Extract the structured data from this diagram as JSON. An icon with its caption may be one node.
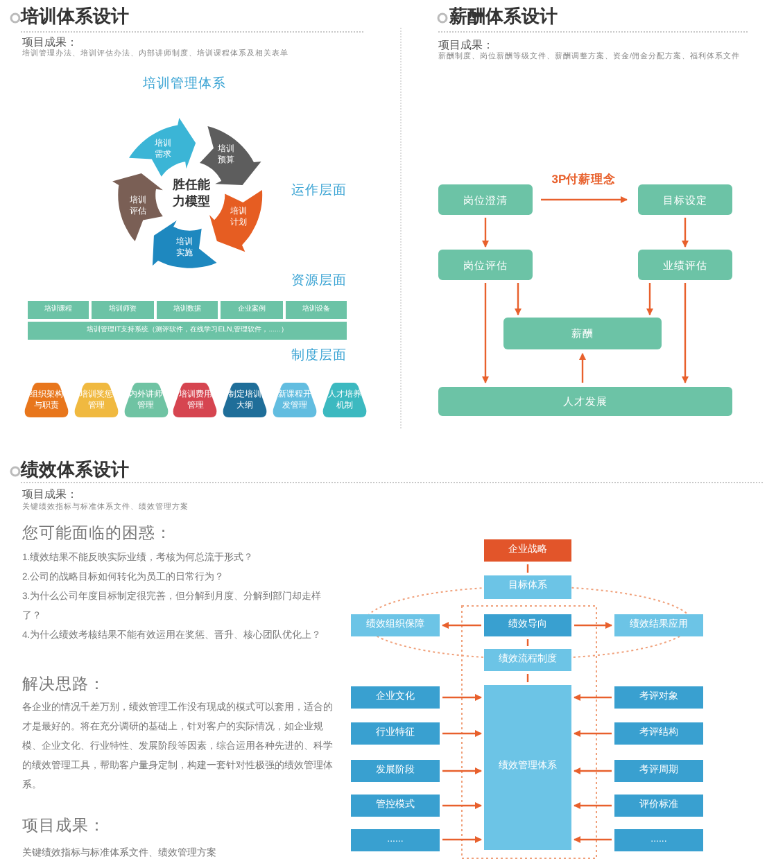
{
  "diagram": {
    "nodes": [
      {
        "text": [
          "培训需求"
        ]
      },
      {
        "text": [
          "培训预算"
        ]
      },
      {
        "text": [
          "培训计划"
        ]
      },
      {
        "text": [
          "培训实施"
        ]
      },
      {
        "text": [
          "培训评估"
        ]
      },
      {
        "text": [
          "培训课程"
        ]
      },
      {
        "text": [
          "培训师资"
        ]
      },
      {
        "text": [
          "培训数据"
        ]
      },
      {
        "text": [
          "企业案例"
        ]
      },
      {
        "text": [
          "培训设备"
        ]
      },
      {
        "text": [
          "培训管理IT支持系统（测评软件，在线学习ELN,管理软件，......）"
        ]
      },
      {
        "text": [
          "组织架构与职责"
        ]
      },
      {
        "text": [
          "培训奖惩管理"
        ]
      },
      {
        "text": [
          "内外讲师管理"
        ]
      },
      {
        "text": [
          "培训费用管理"
        ]
      },
      {
        "text": [
          "制定培训大纲"
        ]
      },
      {
        "text": [
          "新课程开发管理"
        ]
      },
      {
        "text": [
          "人才培养机制"
        ]
      },
      {
        "text": [
          "岗位澄清"
        ]
      },
      {
        "text": [
          "目标设定"
        ]
      },
      {
        "text": [
          "岗位评估"
        ]
      },
      {
        "text": [
          "业绩评估"
        ]
      },
      {
        "text": [
          "薪酬"
        ]
      },
      {
        "text": [
          "人才发展"
        ]
      },
      {
        "text": [
          "企业战略"
        ]
      },
      {
        "text": [
          "目标体系"
        ]
      },
      {
        "text": [
          "绩效组织保障"
        ]
      },
      {
        "text": [
          "绩效导向"
        ]
      },
      {
        "text": [
          "绩效结果应用"
        ]
      },
      {
        "text": [
          "绩效流程制度"
        ]
      },
      {
        "text": [
          "企业文化"
        ]
      },
      {
        "text": [
          "行业特征"
        ]
      },
      {
        "text": [
          "发展阶段"
        ]
      },
      {
        "text": [
          "管控模式"
        ]
      },
      {
        "text": [
          "......"
        ]
      },
      {
        "text": [
          "绩效管理体系"
        ]
      },
      {
        "text": [
          "考评对象"
        ]
      },
      {
        "text": [
          "考评结构"
        ]
      },
      {
        "text": [
          "考评周期"
        ]
      },
      {
        "text": [
          "评价标准"
        ]
      },
      {
        "text": [
          "......"
        ]
      }
    ],
    "edges": [
      {
        "from": 18,
        "to": 19,
        "arrow": "to",
        "label": "3P付薪理念"
      },
      {
        "from": 18,
        "to": 20,
        "arrow": "to"
      },
      {
        "from": 19,
        "to": 21,
        "arrow": "to"
      },
      {
        "from": 20,
        "to": 22,
        "arrow": "to"
      },
      {
        "from": 21,
        "to": 22,
        "arrow": "to"
      },
      {
        "from": 20,
        "to": 23,
        "arrow": "to"
      },
      {
        "from": 21,
        "to": 23,
        "arrow": "to"
      },
      {
        "from": 23,
        "to": 22,
        "arrow": "to"
      },
      {
        "from": 24,
        "to": 25,
        "arrow": "none"
      },
      {
        "from": 27,
        "to": 26,
        "arrow": "to"
      },
      {
        "from": 27,
        "to": 28,
        "arrow": "to"
      },
      {
        "from": 27,
        "to": 29,
        "arrow": "none"
      },
      {
        "from": 29,
        "to": 35,
        "arrow": "none"
      },
      {
        "from": 30,
        "to": 35,
        "arrow": "to"
      },
      {
        "from": 31,
        "to": 35,
        "arrow": "to"
      },
      {
        "from": 32,
        "to": 35,
        "arrow": "to"
      },
      {
        "from": 33,
        "to": 35,
        "arrow": "to"
      },
      {
        "from": 34,
        "to": 35,
        "arrow": "to"
      },
      {
        "from": 36,
        "to": 35,
        "arrow": "to"
      },
      {
        "from": 37,
        "to": 35,
        "arrow": "to"
      },
      {
        "from": 38,
        "to": 35,
        "arrow": "to"
      },
      {
        "from": 39,
        "to": 35,
        "arrow": "to"
      },
      {
        "from": 40,
        "to": 35,
        "arrow": "to"
      }
    ],
    "labels": [
      "培训体系设计",
      "项目成果：",
      "培训管理办法、培训评估办法、内部讲师制度、培训课程体系及相关表单",
      "培训管理体系",
      "胜任能力模型",
      "运作层面",
      "资源层面",
      "制度层面",
      "薪酬体系设计",
      "项目成果：",
      "薪酬制度、岗位薪酬等级文件、薪酬调整方案、资金/佣金分配方案、福利体系文件",
      "绩效体系设计",
      "项目成果：",
      "关键绩效指标与标准体系文件、绩效管理方案",
      "您可能面临的困惑：",
      "1.绩效结果不能反映实际业绩，考核为何总流于形式？",
      "2.公司的战略目标如何转化为员工的日常行为？",
      "3.为什么公司年度目标制定很完善，但分解到月度、分解到部门却走样了？",
      "4.为什么绩效考核结果不能有效运用在奖惩、晋升、核心团队优化上？",
      "解决思路：",
      "各企业的情况千差万别，绩效管理工作没有现成的模式可以套用，适合的才是最好的。将在充分调研的基础上，针对客户的实际情况，如企业规模、企业文化、行业特性、发展阶段等因素，综合运用各种先进的、科学的绩效管理工具，帮助客户量身定制，构建一套针对性极强的绩效管理体系。",
      "项目成果：",
      "关键绩效指标与标准体系文件、绩效管理方案"
    ]
  }
}
